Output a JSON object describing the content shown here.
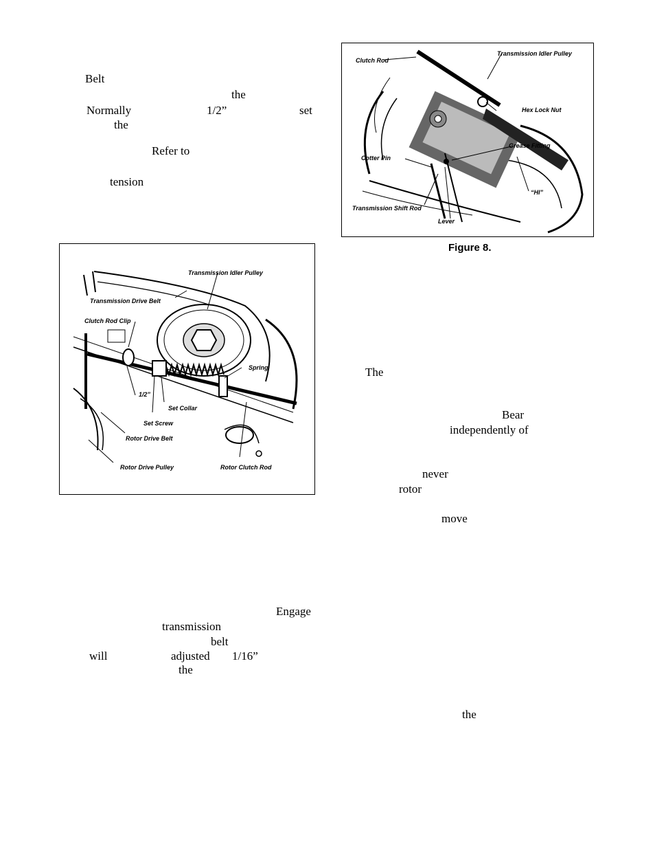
{
  "left_fragments": [
    "Belt",
    "the",
    "Normally",
    "1/2”",
    "set",
    "the",
    "Refer to",
    "tension"
  ],
  "left_lower_fragments": [
    "Engage",
    "transmission",
    "belt",
    "will",
    "adjusted",
    "1/16”",
    "the"
  ],
  "right_fragments": [
    "The",
    "Bear",
    "independently of",
    "never",
    "rotor",
    "move",
    "the"
  ],
  "figure_top": {
    "labels": {
      "clutch_rod": "Clutch Rod",
      "idler_pulley": "Transmission Idler Pulley",
      "hex_nut": "Hex Lock Nut",
      "grease": "Grease Fitting",
      "cotter": "Cotter Pin",
      "hi": "“HI”",
      "shift_rod": "Transmission Shift Rod",
      "lever": "Lever"
    },
    "caption": "Figure 8."
  },
  "figure_left": {
    "labels": {
      "idler_pulley": "Transmission Idler Pulley",
      "drive_belt": "Transmission Drive Belt",
      "clutch_clip": "Clutch Rod Clip",
      "spring": "Spring",
      "half_inch": "1/2”",
      "set_collar": "Set Collar",
      "set_screw": "Set Screw",
      "rotor_belt": "Rotor Drive Belt",
      "rotor_pulley": "Rotor Drive Pulley",
      "rotor_clutch": "Rotor Clutch Rod"
    }
  }
}
